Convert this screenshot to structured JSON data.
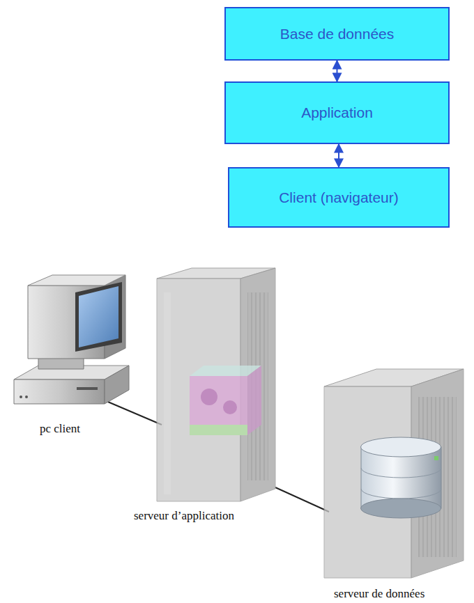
{
  "diagram": {
    "nodes": [
      {
        "text": [
          "Base de données"
        ]
      },
      {
        "text": [
          "Application"
        ]
      },
      {
        "text": [
          "Client (navigateur)"
        ]
      }
    ],
    "edges": [
      {
        "from": 0,
        "to": 1,
        "arrow": "both"
      },
      {
        "from": 1,
        "to": 2,
        "arrow": "both"
      }
    ],
    "labels": [
      "pc client",
      "serveur d’application",
      "serveur de données"
    ]
  }
}
